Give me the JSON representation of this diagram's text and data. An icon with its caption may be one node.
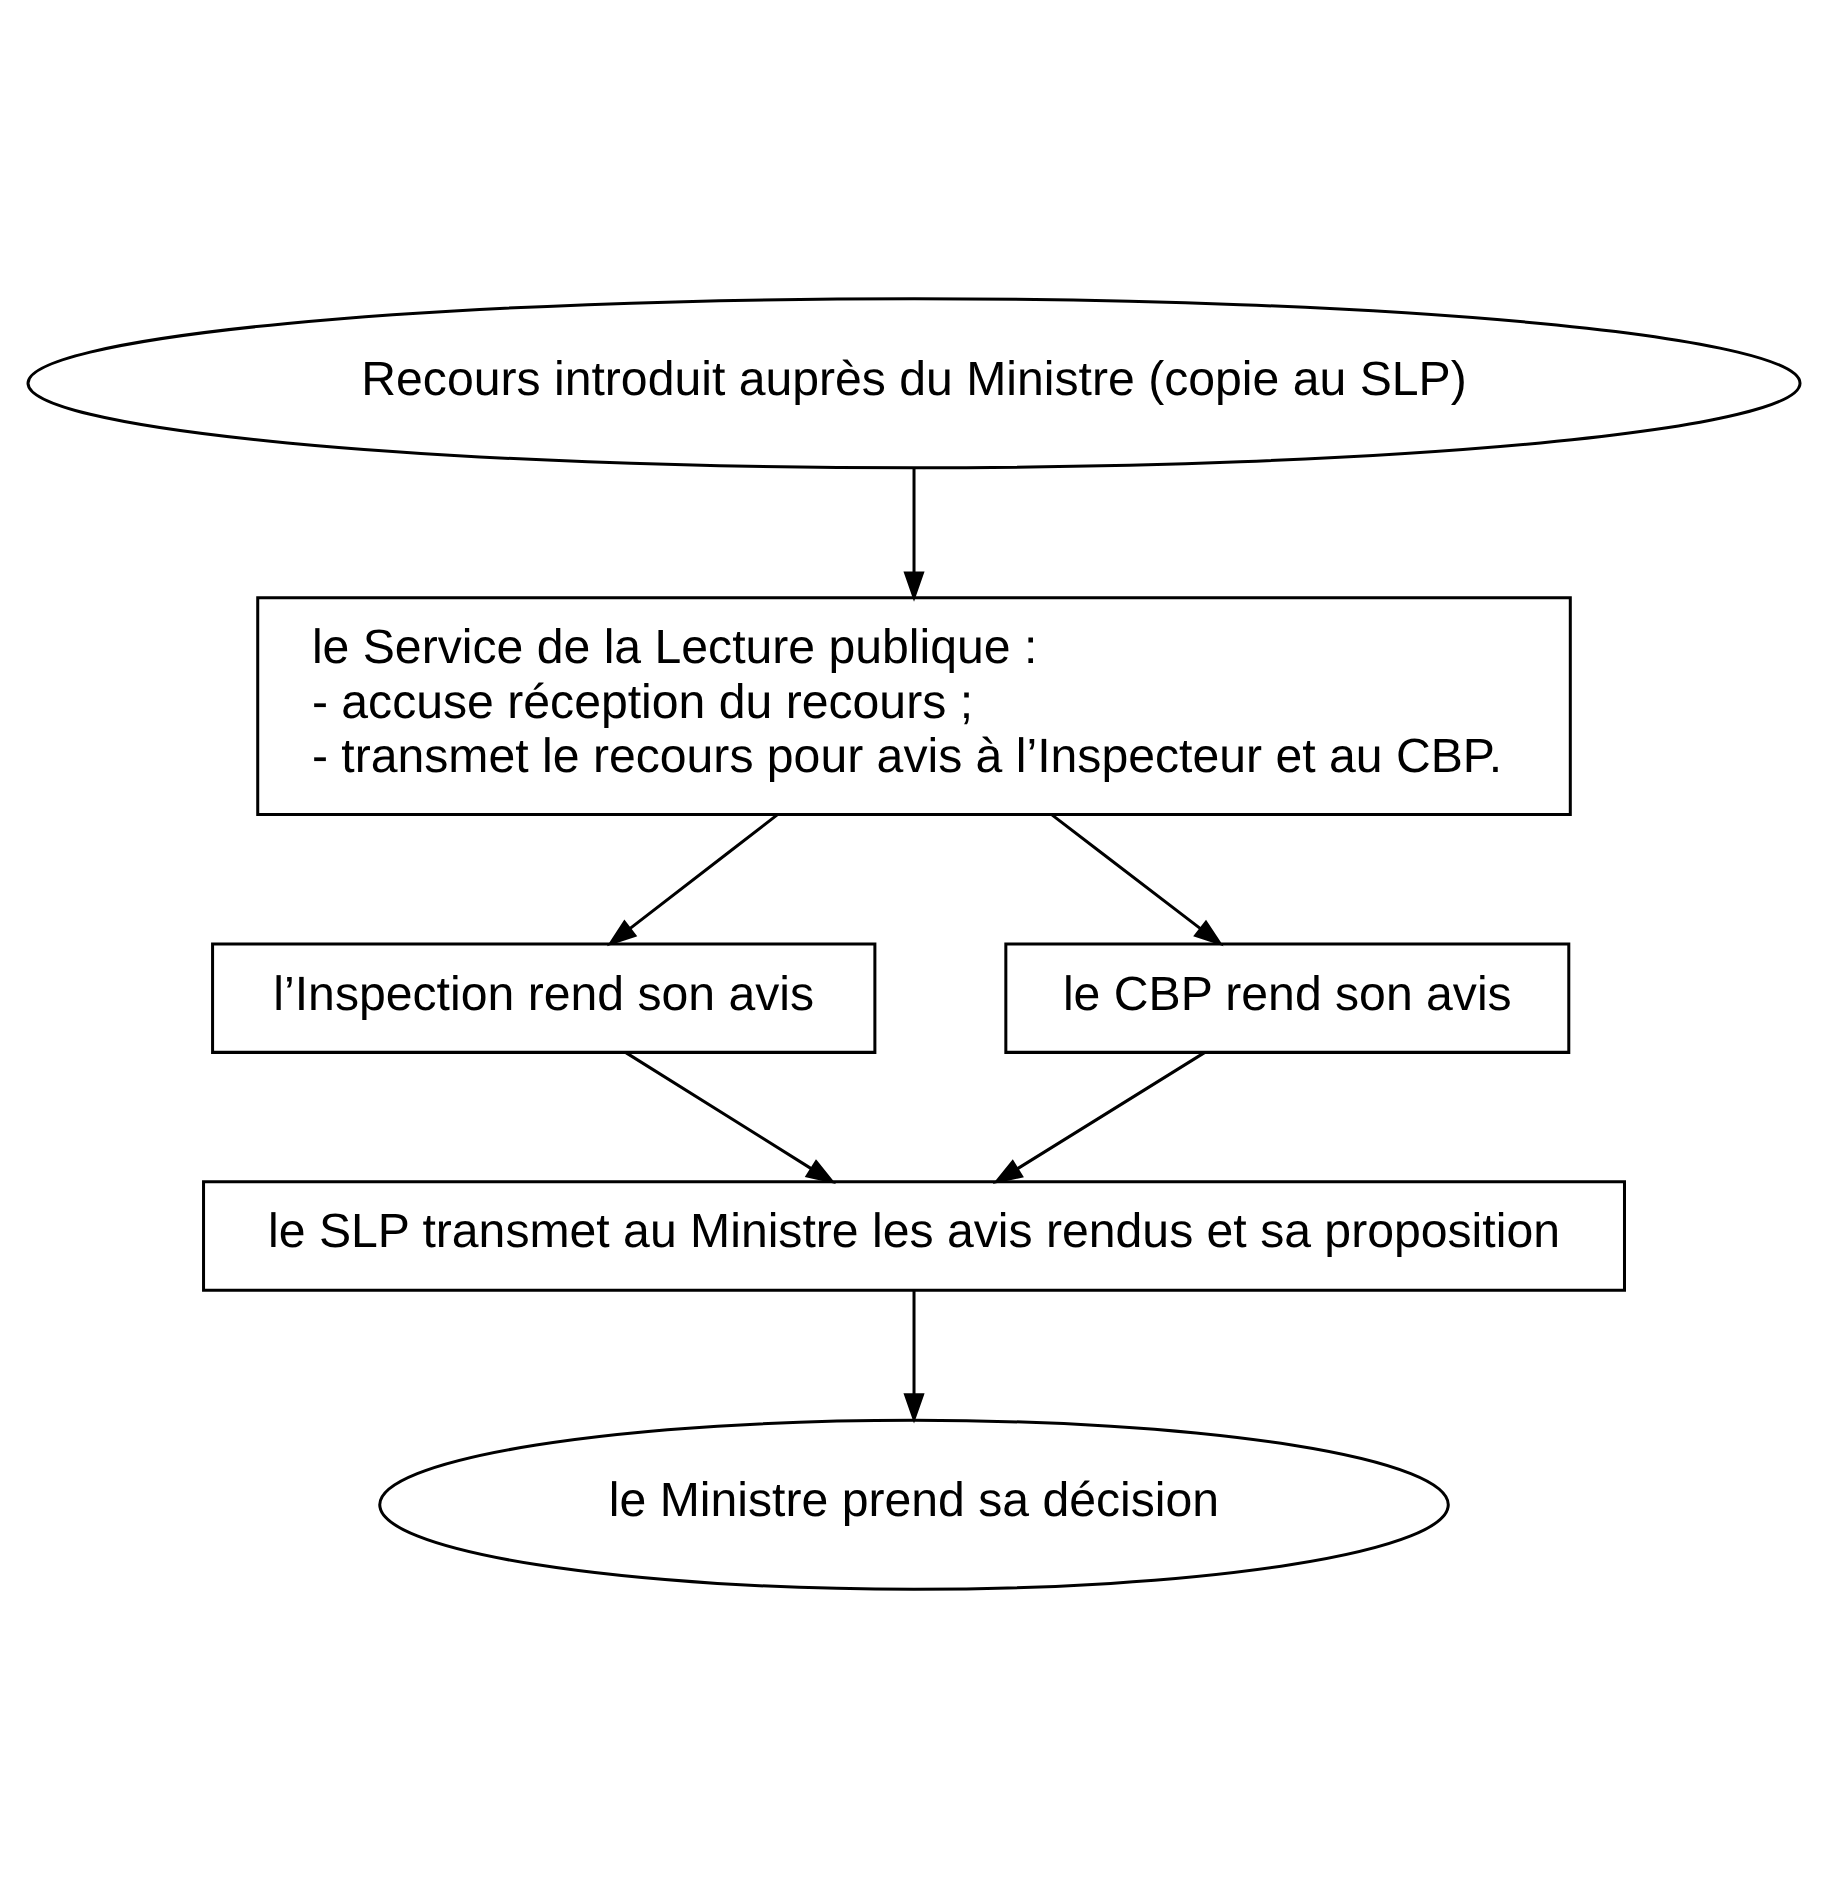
{
  "diagram": {
    "nodes": [
      {
        "text": [
          "Recours introduit auprès du Ministre (copie au SLP)"
        ]
      },
      {
        "text": [
          "le Service de la Lecture publique :",
          "- accuse réception du recours ;",
          "- transmet le recours pour avis à l’Inspecteur et au CBP."
        ]
      },
      {
        "text": [
          "l’Inspection rend son avis"
        ]
      },
      {
        "text": [
          "le CBP rend son avis"
        ]
      },
      {
        "text": [
          "le SLP transmet au Ministre les avis rendus et sa proposition"
        ]
      },
      {
        "text": [
          "le Ministre prend sa décision"
        ]
      }
    ],
    "edges": [
      {
        "from": 0,
        "to": 1,
        "arrow": "to"
      },
      {
        "from": 1,
        "to": 2,
        "arrow": "to"
      },
      {
        "from": 1,
        "to": 3,
        "arrow": "to"
      },
      {
        "from": 2,
        "to": 4,
        "arrow": "to"
      },
      {
        "from": 3,
        "to": 4,
        "arrow": "to"
      },
      {
        "from": 4,
        "to": 5,
        "arrow": "to"
      }
    ]
  }
}
